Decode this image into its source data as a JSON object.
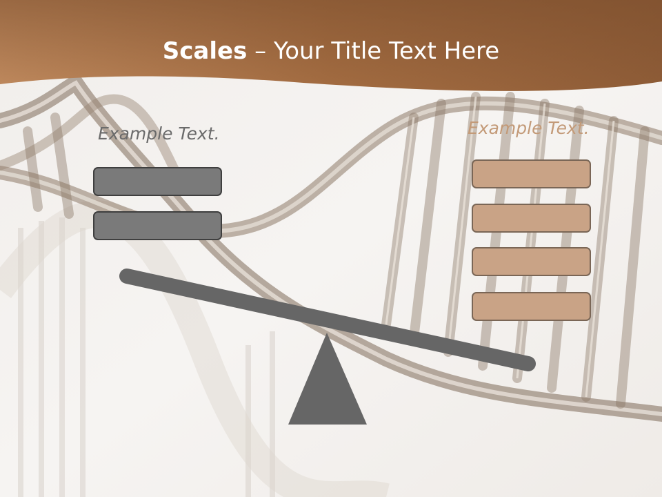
{
  "slide": {
    "title_bold": "Scales",
    "title_rest": " – Your Title Text Here",
    "left_label": "Example Text.",
    "right_label": "Example Text."
  },
  "left_boxes": [
    {
      "text": ""
    },
    {
      "text": ""
    }
  ],
  "right_boxes": [
    {
      "text": ""
    },
    {
      "text": ""
    },
    {
      "text": ""
    },
    {
      "text": ""
    }
  ],
  "colors": {
    "header_brown": "#a0693e",
    "left_box_fill": "#7a7a7a",
    "right_box_fill": "#c9a386",
    "scale_gray": "#666666",
    "left_label_color": "#6b6b6b",
    "right_label_color": "#c39a78"
  }
}
